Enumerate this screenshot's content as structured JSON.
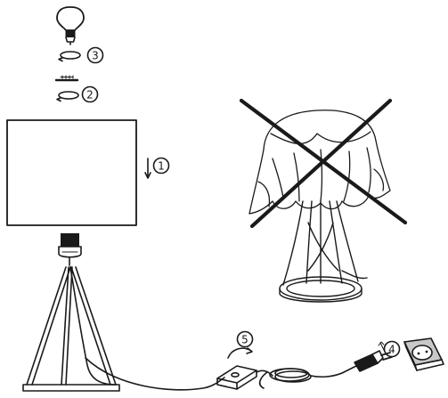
{
  "steps": {
    "step1": "1",
    "step2": "2",
    "step3": "3",
    "step4": "4",
    "step5": "5"
  },
  "colors": {
    "ink": "#1a1a1a",
    "paper": "#ffffff",
    "socket_fill": "#c8c8c8"
  },
  "icons": {
    "bulb": "light-bulb-icon",
    "ring": "shade-ring-icon",
    "rotate": "rotate-arrow-icon",
    "down": "down-arrow-icon",
    "forbidden": "cross-out-icon",
    "socket": "wall-socket-icon",
    "plug": "plug-icon"
  }
}
